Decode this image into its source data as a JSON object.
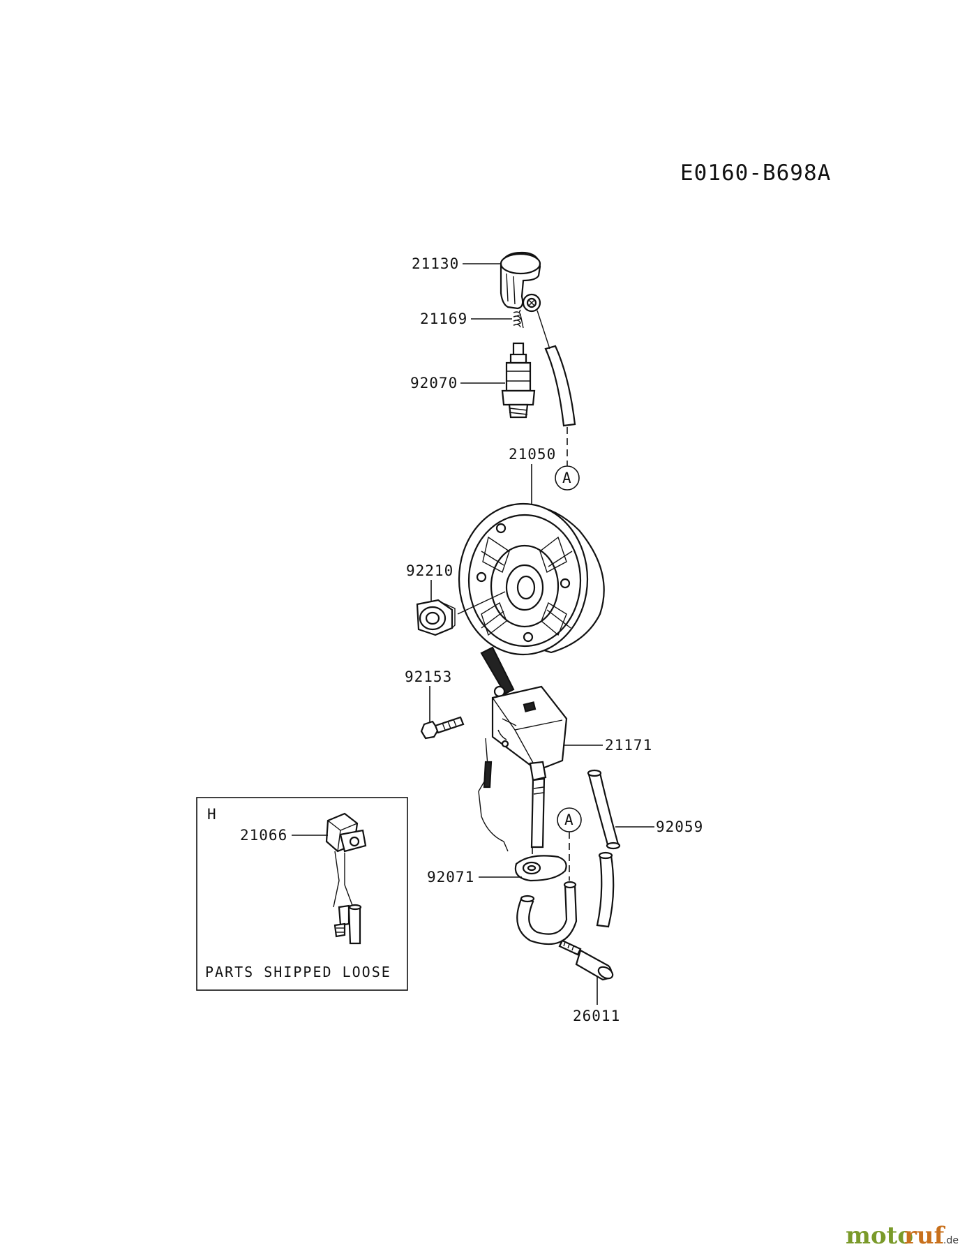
{
  "diagram": {
    "code": "E0160-B698A",
    "parts": {
      "p21130": "21130",
      "p21169": "21169",
      "p92070": "92070",
      "p21050": "21050",
      "p92210": "92210",
      "p92153": "92153",
      "p21171": "21171",
      "p92059": "92059",
      "p92071": "92071",
      "p26011": "26011",
      "p21066": "21066"
    },
    "refs": {
      "ref_a_top": "A",
      "ref_a_bottom": "A"
    },
    "inset": {
      "tag": "H",
      "caption": "PARTS SHIPPED LOOSE"
    }
  },
  "watermark": {
    "part1": "moto",
    "part2": "ruf",
    "suffix": ".de"
  }
}
